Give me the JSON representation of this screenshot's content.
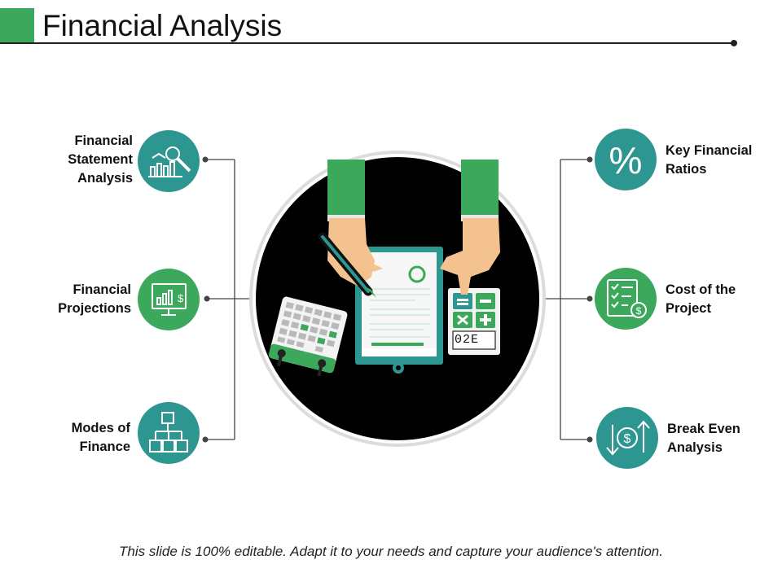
{
  "title": "Financial Analysis",
  "left_items": [
    {
      "label": "Financial Statement Analysis",
      "icon": "magnifier-chart-icon"
    },
    {
      "label": "Financial Projections",
      "icon": "monitor-dollar-icon"
    },
    {
      "label": "Modes of Finance",
      "icon": "org-chart-icon"
    }
  ],
  "right_items": [
    {
      "label": "Key Financial Ratios",
      "icon": "percent-icon"
    },
    {
      "label": "Cost of the Project",
      "icon": "checklist-dollar-icon"
    },
    {
      "label": "Break Even Analysis",
      "icon": "dollar-arrows-icon"
    }
  ],
  "calculator_display": "02E",
  "footer": "This slide is 100% editable. Adapt it to your needs and capture your audience's attention.",
  "colors": {
    "teal": "#2E9691",
    "green": "#3CA85B",
    "dark": "#111111",
    "skin": "#F4C28E",
    "sleeve": "#3CA85B"
  }
}
